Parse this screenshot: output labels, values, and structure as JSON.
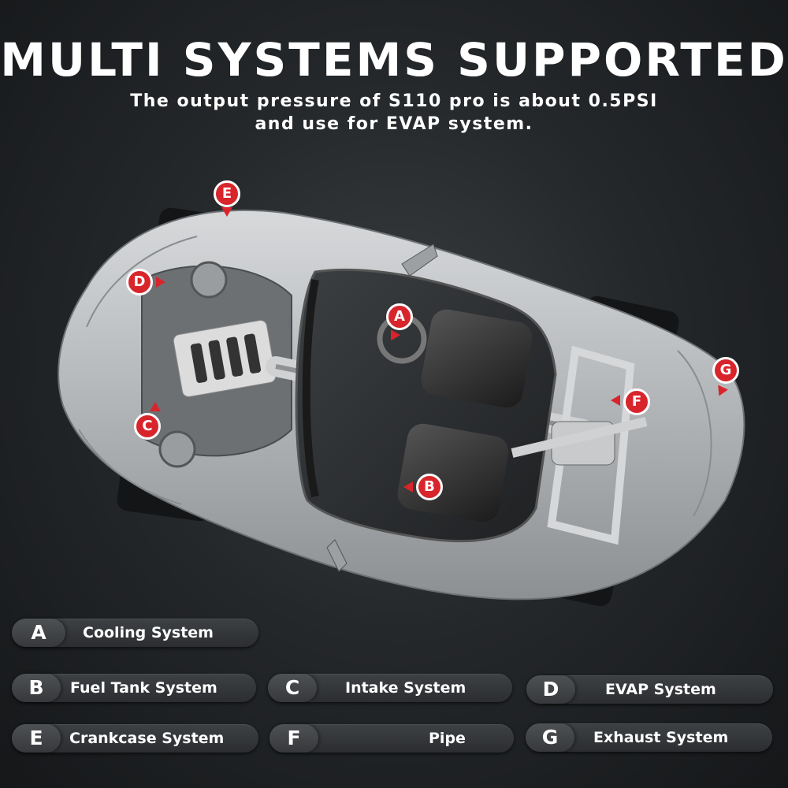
{
  "header": {
    "title": "MULTI SYSTEMS SUPPORTED",
    "subtitle_line1": "The output pressure of S110 pro is about 0.5PSI",
    "subtitle_line2": "and use for EVAP system."
  },
  "markers": {
    "a": "A",
    "b": "B",
    "c": "C",
    "d": "D",
    "e": "E",
    "f": "F",
    "g": "G"
  },
  "legend": {
    "a": {
      "letter": "A",
      "label": "Cooling System"
    },
    "b": {
      "letter": "B",
      "label": "Fuel Tank System"
    },
    "c": {
      "letter": "C",
      "label": "Intake System"
    },
    "d": {
      "letter": "D",
      "label": "EVAP System"
    },
    "e": {
      "letter": "E",
      "label": "Crankcase System"
    },
    "f": {
      "letter": "F",
      "label": "Pipe"
    },
    "g": {
      "letter": "G",
      "label": "Exhaust System"
    }
  },
  "colors": {
    "marker_red": "#d8252b",
    "background": "#25282b",
    "car_body": "#b9bcbf"
  }
}
